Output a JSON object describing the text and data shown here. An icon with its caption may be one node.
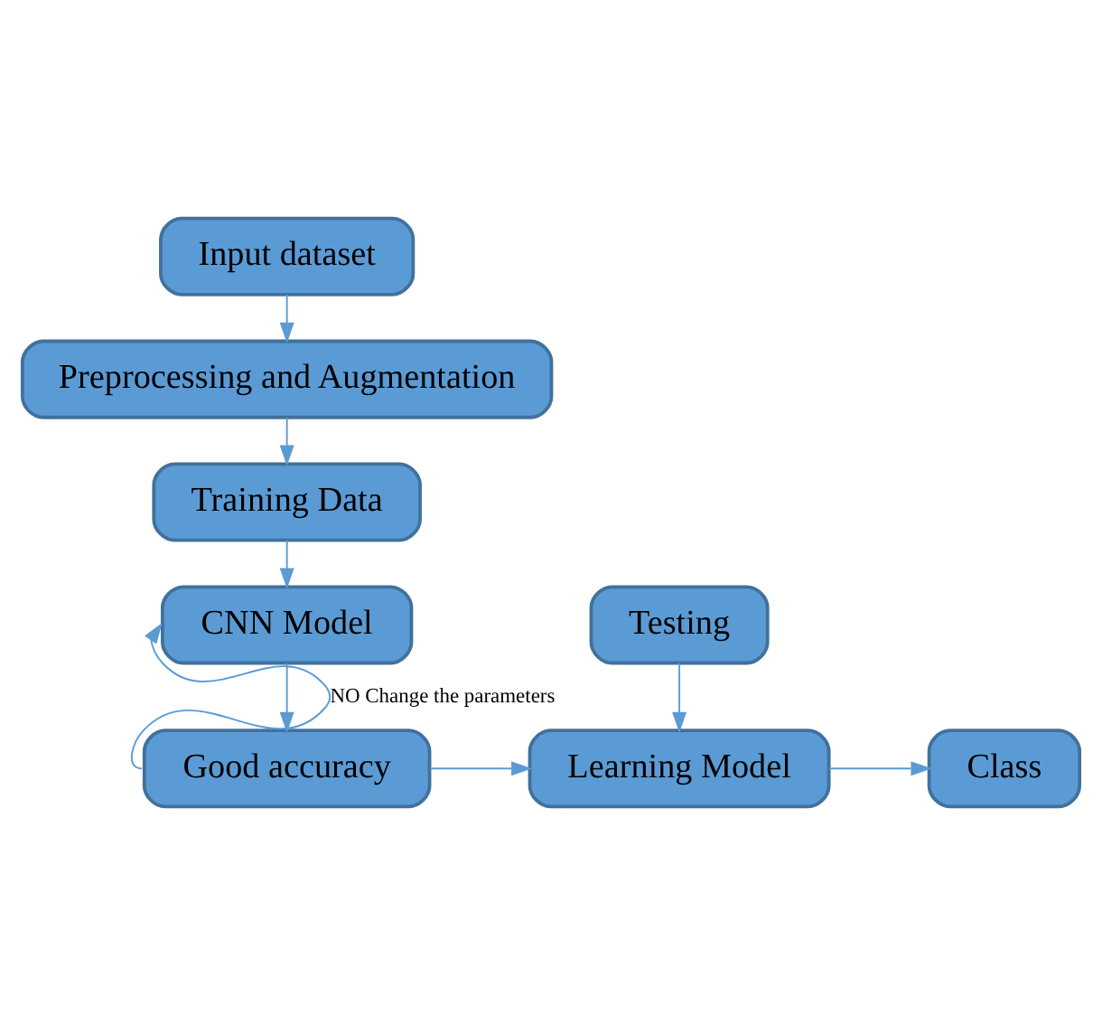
{
  "diagram": {
    "nodes": [
      {
        "text": [
          "Input dataset"
        ]
      },
      {
        "text": [
          "Preprocessing and Augmentation"
        ]
      },
      {
        "text": [
          "Training Data"
        ]
      },
      {
        "text": [
          "CNN Model"
        ]
      },
      {
        "text": [
          "Good accuracy"
        ]
      },
      {
        "text": [
          "Testing"
        ]
      },
      {
        "text": [
          "Learning Model"
        ]
      },
      {
        "text": [
          "Class"
        ]
      }
    ],
    "edges": [
      {
        "from": 0,
        "to": 1,
        "arrow": "to"
      },
      {
        "from": 1,
        "to": 2,
        "arrow": "to"
      },
      {
        "from": 2,
        "to": 3,
        "arrow": "to"
      },
      {
        "from": 3,
        "to": 4,
        "arrow": "to"
      },
      {
        "from": 4,
        "to": 3,
        "arrow": "to",
        "label": "NO Change the parameters"
      },
      {
        "from": 4,
        "to": 6,
        "arrow": "to"
      },
      {
        "from": 5,
        "to": 6,
        "arrow": "to"
      },
      {
        "from": 6,
        "to": 7,
        "arrow": "to"
      }
    ]
  }
}
